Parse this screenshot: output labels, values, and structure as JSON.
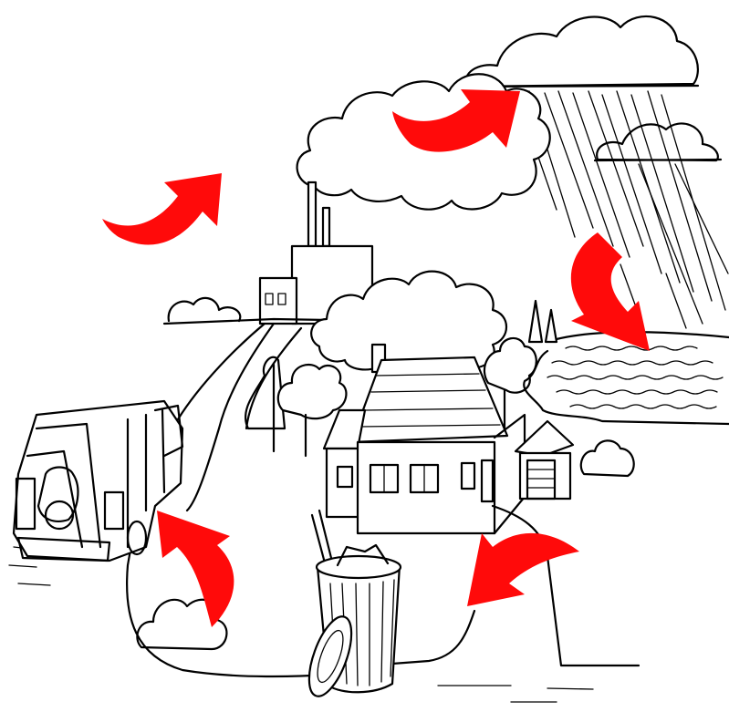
{
  "diagram": {
    "colors": {
      "arrow": "#ff0a0a",
      "ink": "#000000",
      "paper": "#ffffff"
    },
    "arrows": [
      {
        "name": "arrow-ground-to-air"
      },
      {
        "name": "arrow-smoke-to-rain-cloud"
      },
      {
        "name": "arrow-rain-to-lake"
      },
      {
        "name": "arrow-runoff-to-yard"
      },
      {
        "name": "arrow-bushes-to-garbage-truck"
      }
    ],
    "elements": [
      "factory-with-smokestacks",
      "smoke-cloud",
      "rain-cloud",
      "lake",
      "house",
      "garage",
      "trash-can",
      "garbage-truck",
      "road",
      "trees",
      "bushes"
    ]
  }
}
